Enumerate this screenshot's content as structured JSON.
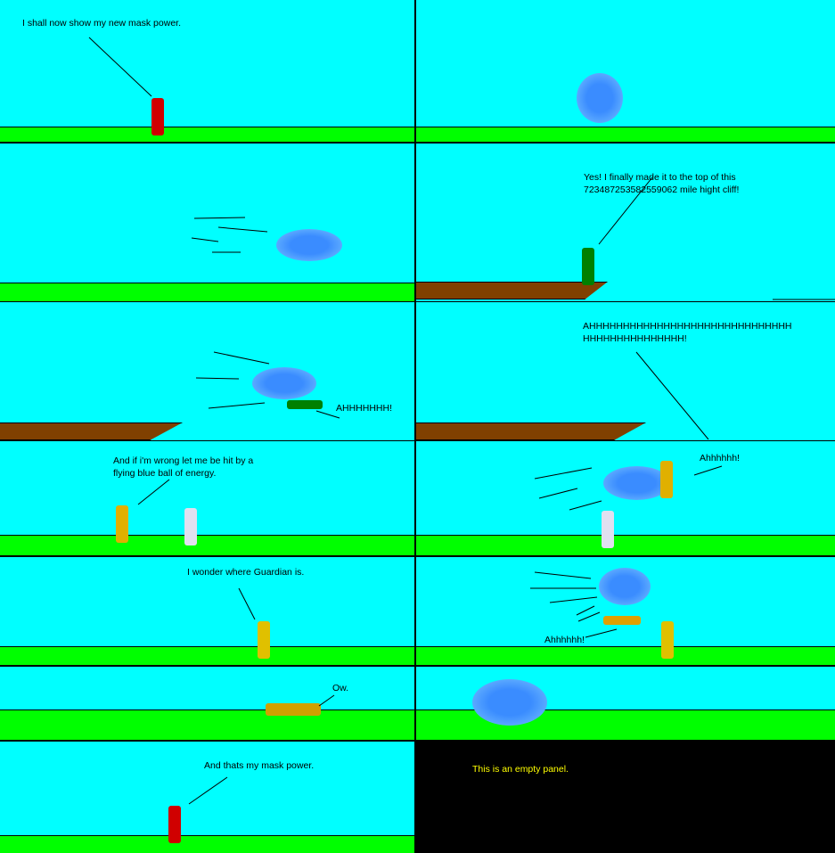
{
  "panels": [
    {
      "text": "I shall now show my new mask power."
    },
    {
      "text": ""
    },
    {
      "text": ""
    },
    {
      "text_line1": "Yes! I finally made it to the top of this",
      "text_line2": "723487253582559062 mile hight cliff!"
    },
    {
      "text": "AHHHHHHH!"
    },
    {
      "text_line1": "AHHHHHHHHHHHHHHHHHHHHHHHHHHHHHH",
      "text_line2": "HHHHHHHHHHHHHHH!"
    },
    {
      "text_line1": "And if i'm wrong let me be hit by a",
      "text_line2": "flying blue ball of energy."
    },
    {
      "text": "Ahhhhhh!"
    },
    {
      "text": "I wonder where Guardian is."
    },
    {
      "text": "Ahhhhhh!"
    },
    {
      "text": "Ow."
    },
    {
      "text": ""
    },
    {
      "text": "And thats my mask power."
    },
    {
      "text": "This is an empty panel."
    }
  ],
  "colors": {
    "sky": "#00ffff",
    "grass": "#00ff00",
    "dirt": "#804000",
    "energy": "#3a8cff",
    "empty_panel_text": "#ffff00"
  }
}
